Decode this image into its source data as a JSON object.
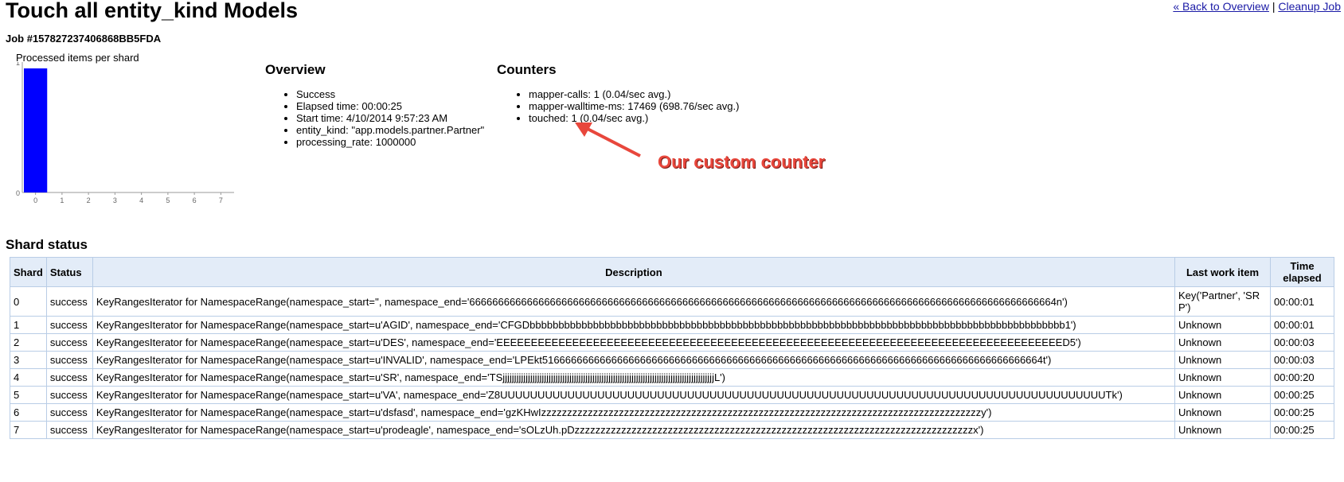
{
  "page": {
    "title": "Touch all entity_kind Models",
    "job_id": "Job #157827237406868BB5FDA",
    "links": {
      "back": "« Back to Overview",
      "separator": "|",
      "cleanup": "Cleanup Job"
    }
  },
  "chart_data": {
    "type": "bar",
    "title": "Processed items per shard",
    "categories": [
      "0",
      "1",
      "2",
      "3",
      "4",
      "5",
      "6",
      "7"
    ],
    "values": [
      1,
      0,
      0,
      0,
      0,
      0,
      0,
      0
    ],
    "ylim": [
      0,
      1
    ],
    "yticks": [
      "0",
      "1"
    ],
    "bar_color": "#0000ff"
  },
  "overview": {
    "title": "Overview",
    "items": [
      "Success",
      "Elapsed time: 00:00:25",
      "Start time: 4/10/2014 9:57:23 AM",
      "entity_kind: \"app.models.partner.Partner\"",
      "processing_rate: 1000000"
    ]
  },
  "counters": {
    "title": "Counters",
    "items": [
      "mapper-calls: 1 (0.04/sec avg.)",
      "mapper-walltime-ms: 17469 (698.76/sec avg.)",
      "touched: 1 (0.04/sec avg.)"
    ]
  },
  "annotation": {
    "text": "Our custom counter",
    "color": "#e8473c"
  },
  "shards": {
    "title": "Shard status",
    "headers": [
      "Shard",
      "Status",
      "Description",
      "Last work item",
      "Time elapsed"
    ],
    "rows": [
      [
        "0",
        "success",
        "KeyRangesIterator for NamespaceRange(namespace_start='', namespace_end='666666666666666666666666666666666666666666666666666666666666666666666666666666666666666666666666666664n')",
        "Key('Partner', 'SRP')",
        "00:00:01"
      ],
      [
        "1",
        "success",
        "KeyRangesIterator for NamespaceRange(namespace_start=u'AGID', namespace_end='CFGDbbbbbbbbbbbbbbbbbbbbbbbbbbbbbbbbbbbbbbbbbbbbbbbbbbbbbbbbbbbbbbbbbbbbbbbbbbbbbbbbbbbbbbbbbbbbb1')",
        "Unknown",
        "00:00:01"
      ],
      [
        "2",
        "success",
        "KeyRangesIterator for NamespaceRange(namespace_start=u'DES', namespace_end='EEEEEEEEEEEEEEEEEEEEEEEEEEEEEEEEEEEEEEEEEEEEEEEEEEEEEEEEEEEEEEEEEEEEEEEEEEEEEEEEEED5')",
        "Unknown",
        "00:00:03"
      ],
      [
        "3",
        "success",
        "KeyRangesIterator for NamespaceRange(namespace_start=u'INVALID', namespace_end='LPEkt516666666666666666666666666666666666666666666666666666666666666666666666666666666666664t')",
        "Unknown",
        "00:00:03"
      ],
      [
        "4",
        "success",
        "KeyRangesIterator for NamespaceRange(namespace_start=u'SR', namespace_end='TSjjjjjjjjjjjjjjjjjjjjjjjjjjjjjjjjjjjjjjjjjjjjjjjjjjjjjjjjjjjjjjjjjjjjjjjjjjjjjjjjjjjjjjjjjjjjL')",
        "Unknown",
        "00:00:20"
      ],
      [
        "5",
        "success",
        "KeyRangesIterator for NamespaceRange(namespace_start=u'VA', namespace_end='Z8UUUUUUUUUUUUUUUUUUUUUUUUUUUUUUUUUUUUUUUUUUUUUUUUUUUUUUUUUUUUUUUUUUUUUUUUUUUUUUUUUTk')",
        "Unknown",
        "00:00:25"
      ],
      [
        "6",
        "success",
        "KeyRangesIterator for NamespaceRange(namespace_start=u'dsfasd', namespace_end='gzKHwIzzzzzzzzzzzzzzzzzzzzzzzzzzzzzzzzzzzzzzzzzzzzzzzzzzzzzzzzzzzzzzzzzzzzzzzzzzzzzzzzzzzzzy')",
        "Unknown",
        "00:00:25"
      ],
      [
        "7",
        "success",
        "KeyRangesIterator for NamespaceRange(namespace_start=u'prodeagle', namespace_end='sOLzUh.pDzzzzzzzzzzzzzzzzzzzzzzzzzzzzzzzzzzzzzzzzzzzzzzzzzzzzzzzzzzzzzzzzzzzzzzzzzzzzzx')",
        "Unknown",
        "00:00:25"
      ]
    ]
  }
}
